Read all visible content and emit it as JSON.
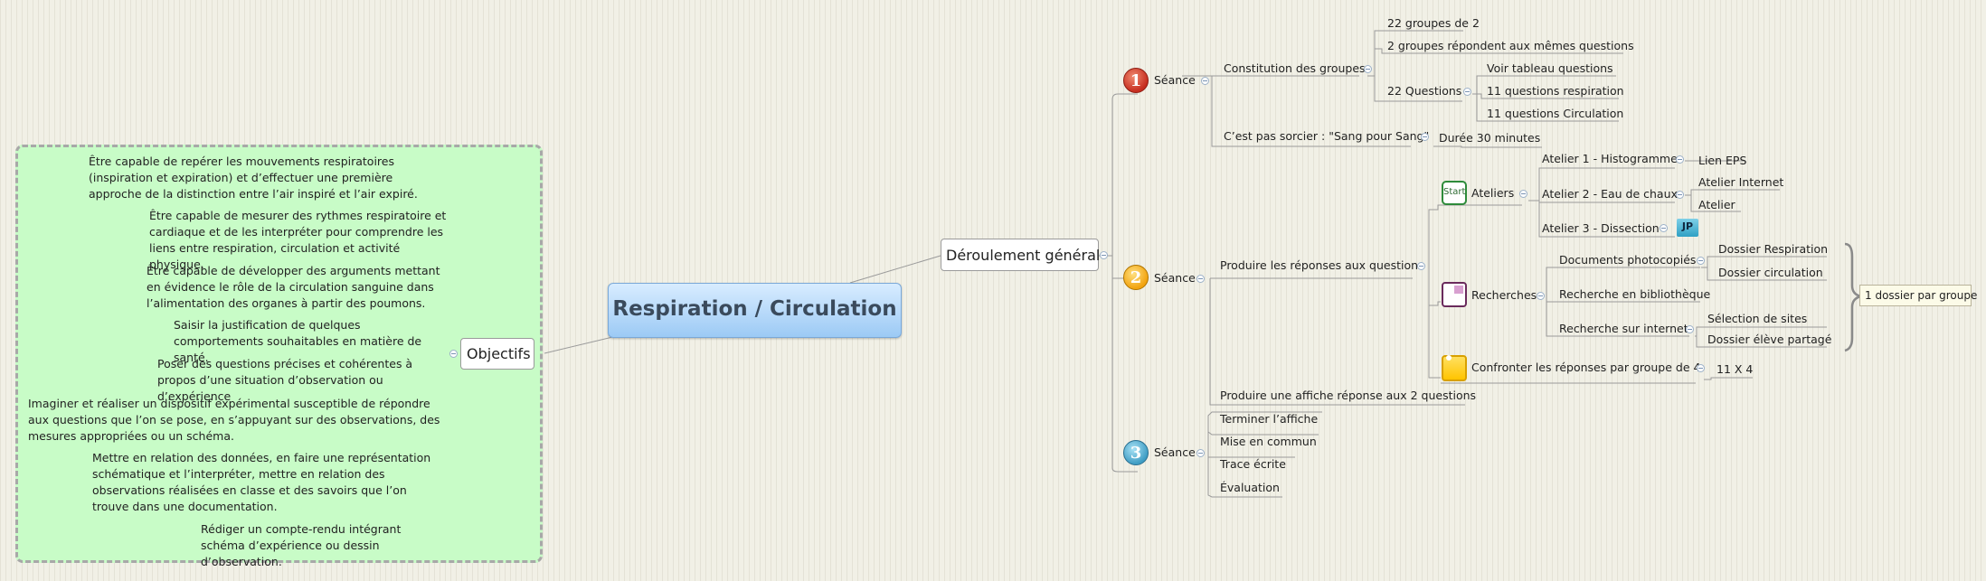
{
  "central": "Respiration / Circulation",
  "deroulement": "Déroulement général",
  "objectifs": {
    "label": "Objectifs",
    "items": [
      "Être capable de repérer les mouvements respiratoires (inspiration et expiration) et d’effectuer une première approche de la distinction entre l’air inspiré et l’air expiré.",
      "Être capable de mesurer des rythmes respiratoire et cardiaque et de les interpréter pour comprendre les liens entre respiration, circulation et activité physique.",
      "Être capable de développer des arguments mettant en évidence le rôle de la circulation sanguine dans l’alimentation des organes à partir des poumons.",
      "Saisir la justification de quelques comportements souhaitables en matière de santé.",
      "Poser des questions précises et cohérentes à propos d’une situation d’observation ou d’expérience",
      "Imaginer et réaliser un dispositif expérimental susceptible de répondre aux questions que l’on se pose, en s’appuyant sur des observations, des mesures appropriées ou un schéma.",
      "Mettre en relation des données, en faire une représentation schématique et l’interpréter, mettre en relation des observations réalisées en classe et des savoirs que l’on trouve dans une documentation.",
      "Rédiger un compte-rendu intégrant schéma d’expérience ou dessin d’observation."
    ]
  },
  "s1": {
    "marker": "1",
    "label": "Séance",
    "constitution": "Constitution des groupes",
    "groupes2": "22 groupes de 2",
    "memes": "2 groupes répondent aux mêmes questions",
    "questions": "22 Questions",
    "voir": "Voir tableau questions",
    "q_resp": "11 questions respiration",
    "q_circ": "11 questions Circulation",
    "sorcier": "C’est pas sorcier : \"Sang pour Sang\"",
    "duree": "Durée 30 minutes"
  },
  "s2": {
    "marker": "2",
    "label": "Séance",
    "produire": "Produire les réponses aux questions",
    "start": "Start",
    "ateliers": "Ateliers",
    "a1": "Atelier 1 - Histogramme",
    "lien": "Lien EPS",
    "a2": "Atelier 2 - Eau de chaux",
    "internet": "Atelier Internet",
    "atelier": "Atelier",
    "a3": "Atelier 3 - Dissection",
    "jp": "JP",
    "recherches": "Recherches",
    "docs": "Documents photocopiés",
    "dresp": "Dossier Respiration",
    "dcirc": "Dossier circulation",
    "biblio": "Recherche en bibliothèque",
    "rinternet": "Recherche sur internet",
    "selection": "Sélection de sites",
    "partage": "Dossier élève partagé",
    "confronter": "Confronter les réponses par groupe de 4",
    "x4": "11 X 4",
    "affiche": "Produire une affiche réponse aux 2 questions",
    "dossier_groupe": "1 dossier par groupe"
  },
  "s3": {
    "marker": "3",
    "label": "Séance",
    "items": [
      "Terminer l’affiche",
      "Mise en commun",
      "Trace écrite",
      "Évaluation"
    ]
  },
  "colors": {
    "s1": "#c62d1f",
    "s2": "#f2a30f",
    "s3": "#3f9dc4",
    "central_top": "#d8ecff",
    "central_bottom": "#9ccaf5",
    "green": "#c8fcc7"
  }
}
